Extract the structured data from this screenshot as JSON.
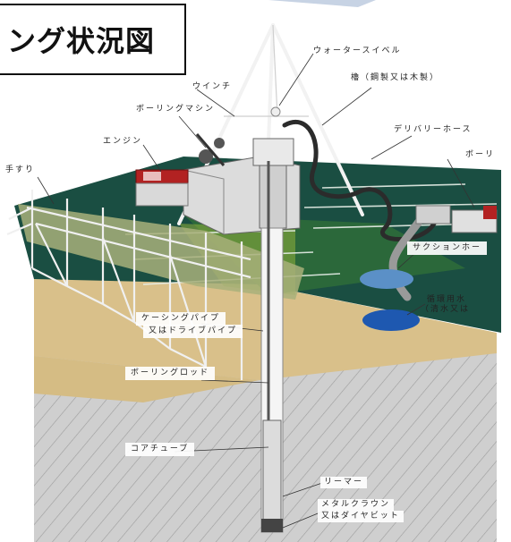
{
  "title": "ング状況図",
  "labels": {
    "water_swivel": "ウォータースイベル",
    "tower": "櫓（鋼製又は木製）",
    "winch": "ウインチ",
    "boring_machine": "ボーリングマシン",
    "delivery_hose": "デリバリーホース",
    "engine": "エンジン",
    "boring_right": "ボーリ",
    "handrail": "手すり",
    "suction_hose": "サクションホー",
    "water_tank_line1": "循環用水",
    "water_tank_line2": "（清水又は",
    "casing_line1": "ケーシングパイプ",
    "casing_line2": "又はドライブパイプ",
    "boring_rod": "ボーリングロッド",
    "core_tube": "コアチューブ",
    "reamer": "リーマー",
    "bit_line1": "メタルクラウン",
    "bit_line2": "又はダイヤビット"
  }
}
